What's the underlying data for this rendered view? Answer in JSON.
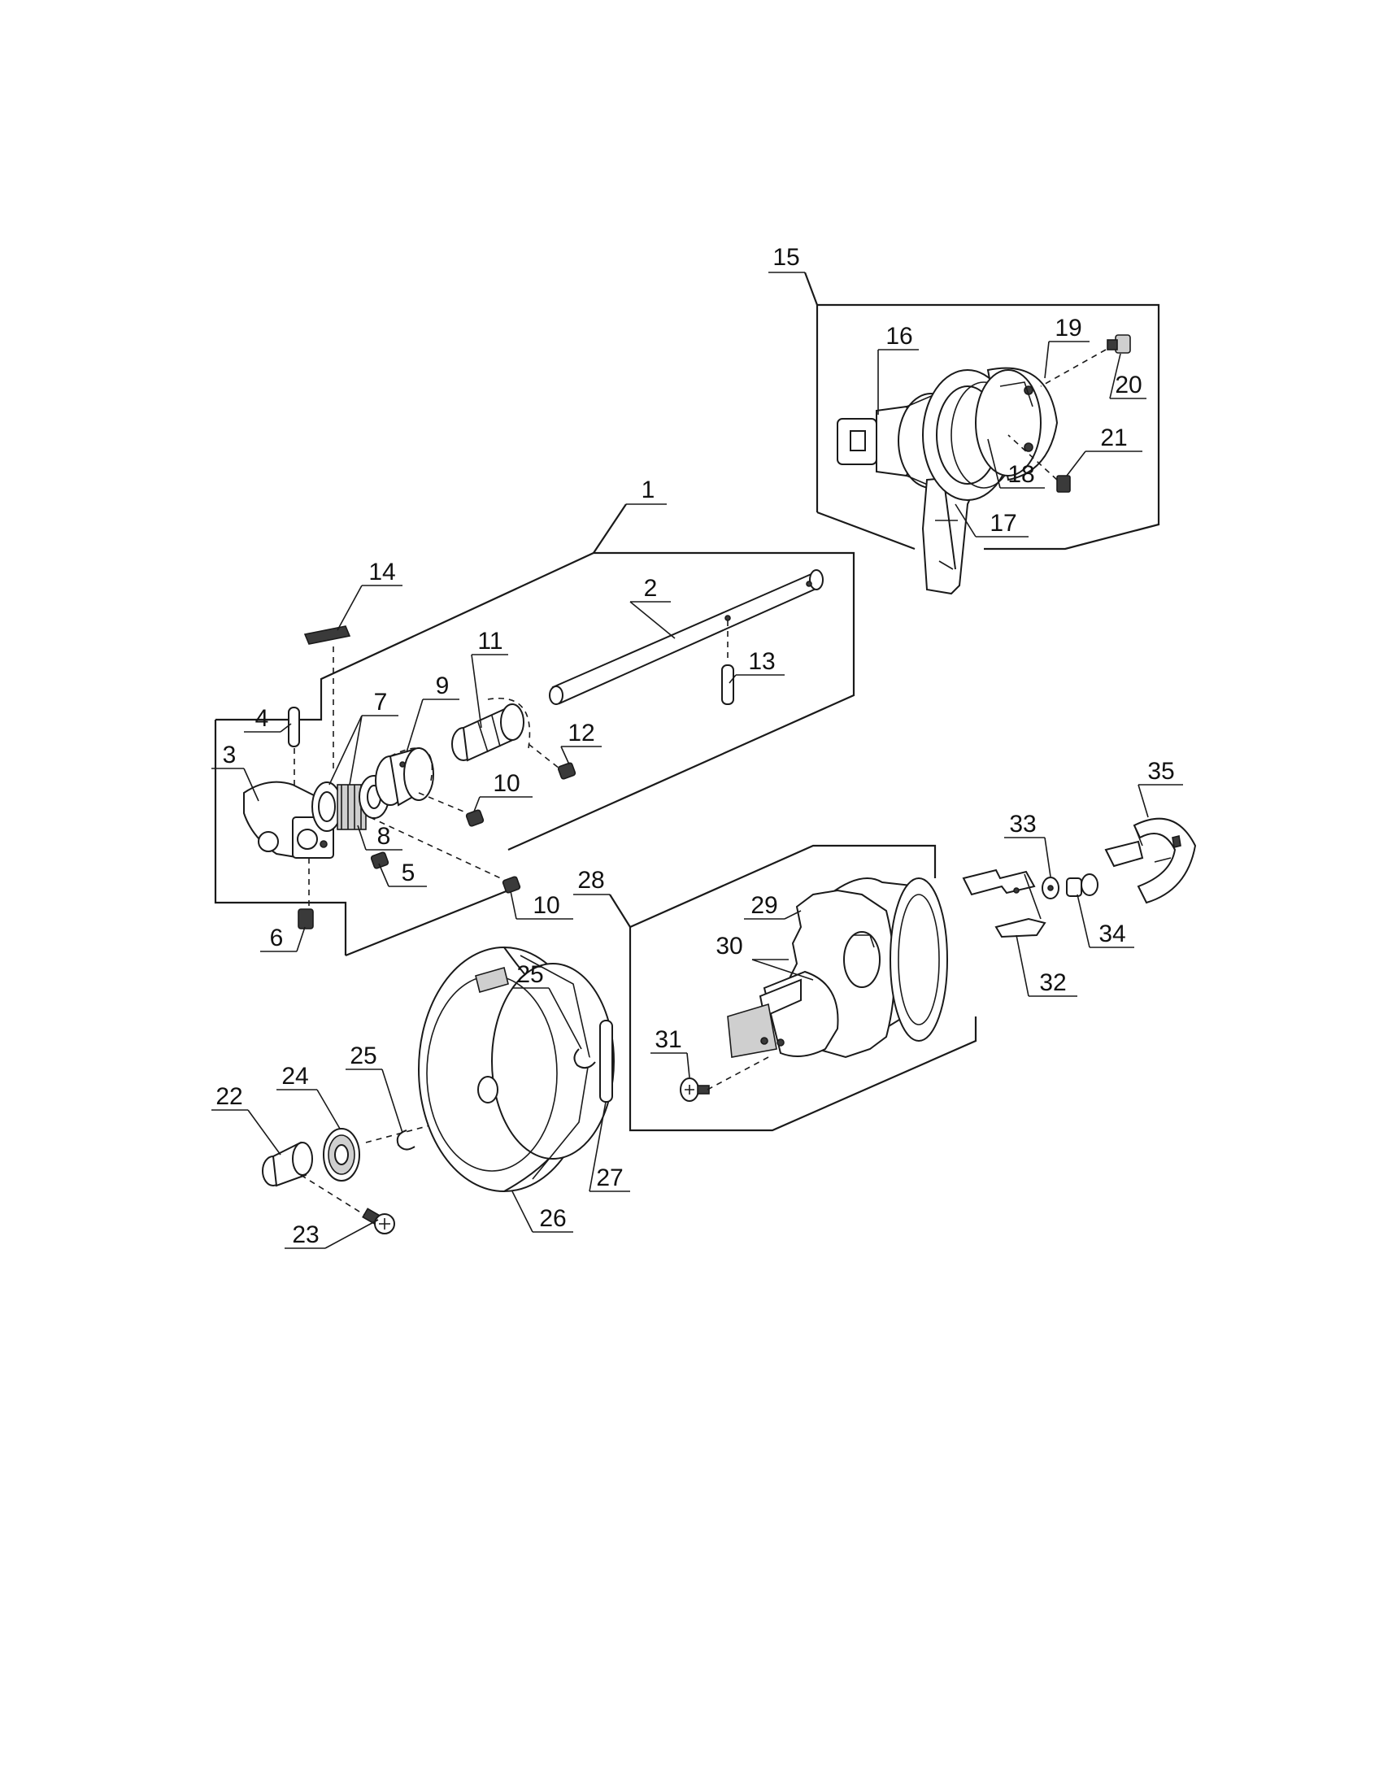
{
  "callouts": [
    {
      "id": "c1",
      "text": "1"
    },
    {
      "id": "c2",
      "text": "2"
    },
    {
      "id": "c3",
      "text": "3"
    },
    {
      "id": "c4",
      "text": "4"
    },
    {
      "id": "c5",
      "text": "5"
    },
    {
      "id": "c6",
      "text": "6"
    },
    {
      "id": "c7",
      "text": "7"
    },
    {
      "id": "c8",
      "text": "8"
    },
    {
      "id": "c9",
      "text": "9"
    },
    {
      "id": "c10a",
      "text": "10"
    },
    {
      "id": "c10b",
      "text": "10"
    },
    {
      "id": "c11",
      "text": "11"
    },
    {
      "id": "c12",
      "text": "12"
    },
    {
      "id": "c13",
      "text": "13"
    },
    {
      "id": "c14",
      "text": "14"
    },
    {
      "id": "c15",
      "text": "15"
    },
    {
      "id": "c16",
      "text": "16"
    },
    {
      "id": "c17",
      "text": "17"
    },
    {
      "id": "c18",
      "text": "18"
    },
    {
      "id": "c19",
      "text": "19"
    },
    {
      "id": "c20",
      "text": "20"
    },
    {
      "id": "c21",
      "text": "21"
    },
    {
      "id": "c22",
      "text": "22"
    },
    {
      "id": "c23",
      "text": "23"
    },
    {
      "id": "c24",
      "text": "24"
    },
    {
      "id": "c25a",
      "text": "25"
    },
    {
      "id": "c25b",
      "text": "25"
    },
    {
      "id": "c26",
      "text": "26"
    },
    {
      "id": "c27",
      "text": "27"
    },
    {
      "id": "c28",
      "text": "28"
    },
    {
      "id": "c29",
      "text": "29"
    },
    {
      "id": "c30",
      "text": "30"
    },
    {
      "id": "c31",
      "text": "31"
    },
    {
      "id": "c32",
      "text": "32"
    },
    {
      "id": "c33",
      "text": "33"
    },
    {
      "id": "c34",
      "text": "34"
    },
    {
      "id": "c35",
      "text": "35"
    }
  ]
}
